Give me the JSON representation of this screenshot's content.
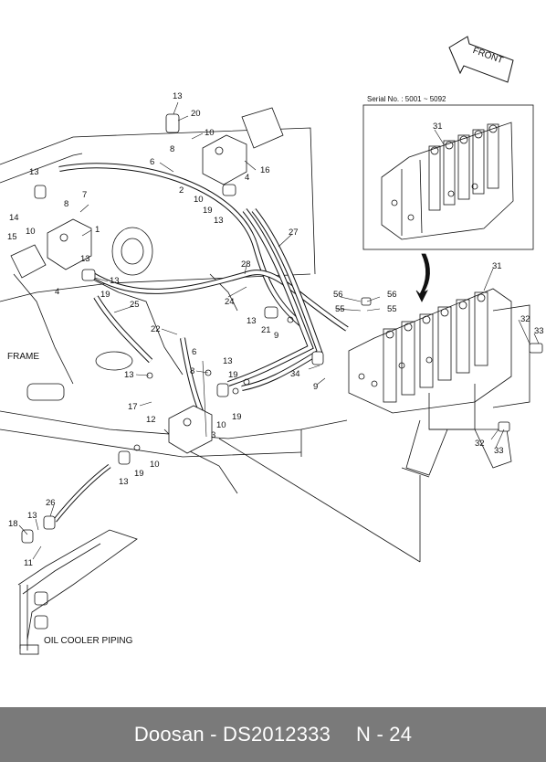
{
  "diagram": {
    "front_label": "FRONT",
    "serial_label": "Serial No. : 5001 ~ 5092",
    "frame_label": "FRAME",
    "oil_cooler_label": "OIL COOLER PIPING",
    "callouts": [
      "13",
      "20",
      "10",
      "8",
      "6",
      "16",
      "4",
      "2",
      "10",
      "19",
      "13",
      "13",
      "14",
      "10",
      "8",
      "7",
      "1",
      "15",
      "4",
      "13",
      "19",
      "13",
      "25",
      "28",
      "27",
      "24",
      "22",
      "13",
      "21",
      "9",
      "6",
      "8",
      "13",
      "13",
      "19",
      "17",
      "12",
      "10",
      "19",
      "3",
      "10",
      "13",
      "19",
      "26",
      "13",
      "18",
      "11",
      "34",
      "9",
      "56",
      "56",
      "55",
      "55",
      "31",
      "31",
      "32",
      "33",
      "32",
      "33"
    ]
  },
  "footer": {
    "brand": "Doosan - DS2012333",
    "page": "N - 24"
  }
}
